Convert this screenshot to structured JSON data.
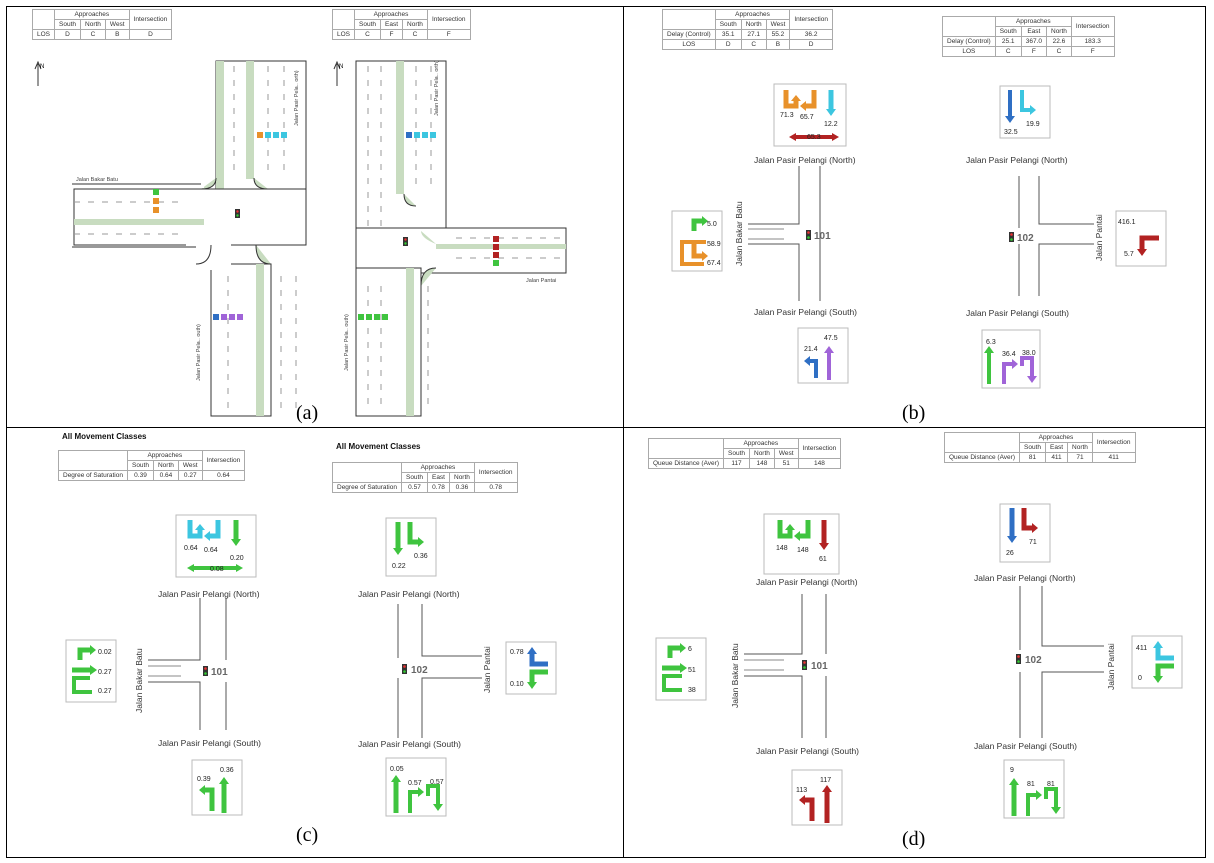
{
  "captions": {
    "a": "(a)",
    "b": "(b)",
    "c": "(c)",
    "d": "(d)"
  },
  "table_headers": {
    "approaches": "Approaches",
    "intersection": "Intersection",
    "south": "South",
    "north": "North",
    "west": "West",
    "east": "East"
  },
  "panel_a": {
    "north_label": "N",
    "table_left": {
      "row_label": "LOS",
      "south": "D",
      "north": "C",
      "west": "B",
      "intersection": "D"
    },
    "table_right": {
      "row_label": "LOS",
      "south": "C",
      "east": "F",
      "north": "C",
      "intersection": "F"
    },
    "streets": {
      "bakar_batu": "Jalan Bakar Batu",
      "pantai": "Jalan Pantai",
      "north_left": "Jalan Pasir Pela.. orth)",
      "south_left": "Jalan Pasir Pela.. outh)",
      "north_right": "Jalan Pasir Pela.. orth)",
      "south_right": "Jalan Pasir Pela.. outh)"
    }
  },
  "panel_b": {
    "table_left": {
      "row1_label": "Delay (Control)",
      "row1": [
        "35.1",
        "27.1",
        "55.2",
        "36.2"
      ],
      "row2_label": "LOS",
      "row2": [
        "D",
        "C",
        "B",
        "D"
      ]
    },
    "table_right": {
      "row1_label": "Delay (Control)",
      "row1": [
        "25.1",
        "367.0",
        "22.6",
        "183.3"
      ],
      "row2_label": "LOS",
      "row2": [
        "C",
        "F",
        "C",
        "F"
      ]
    },
    "int1": {
      "north": [
        "71.3",
        "65.7",
        "12.2",
        "65.3"
      ],
      "west": [
        "5.0",
        "58.9",
        "67.4"
      ],
      "south": [
        "21.4",
        "47.5"
      ]
    },
    "int2": {
      "north": [
        "32.5",
        "19.9"
      ],
      "east": [
        "416.1",
        "5.7"
      ],
      "south": [
        "6.3",
        "36.4",
        "38.0"
      ]
    }
  },
  "panel_c": {
    "title": "All Movement Classes",
    "table_left": {
      "row_label": "Degree of Saturation",
      "values": [
        "0.39",
        "0.64",
        "0.27",
        "0.64"
      ]
    },
    "table_right": {
      "row_label": "Degree of Saturation",
      "values": [
        "0.57",
        "0.78",
        "0.36",
        "0.78"
      ]
    },
    "int1": {
      "north": [
        "0.64",
        "0.64",
        "0.20",
        "0.08"
      ],
      "west": [
        "0.02",
        "0.27",
        "0.27"
      ],
      "south": [
        "0.39",
        "0.36"
      ]
    },
    "int2": {
      "north": [
        "0.22",
        "0.36"
      ],
      "east": [
        "0.78",
        "0.10"
      ],
      "south": [
        "0.05",
        "0.57",
        "0.57"
      ]
    }
  },
  "panel_d": {
    "table_left": {
      "row_label": "Queue Distance (Aver)",
      "values": [
        "117",
        "148",
        "51",
        "148"
      ]
    },
    "table_right": {
      "row_label": "Queue Distance (Aver)",
      "values": [
        "81",
        "411",
        "71",
        "411"
      ]
    },
    "int1": {
      "north": [
        "148",
        "148",
        "61"
      ],
      "west": [
        "6",
        "51",
        "38"
      ],
      "south": [
        "113",
        "117"
      ]
    },
    "int2": {
      "north": [
        "26",
        "71"
      ],
      "east": [
        "411",
        "0"
      ],
      "south": [
        "9",
        "81",
        "81"
      ]
    }
  },
  "common": {
    "north_road": "Jalan Pasir Pelangi (North)",
    "south_road": "Jalan Pasir Pelangi (South)",
    "west_road": "Jalan Bakar Batu",
    "east_road": "Jalan Pantai",
    "id1": "101",
    "id2": "102"
  },
  "colors": {
    "orange": "#e8912a",
    "cyan": "#3cc6e0",
    "green": "#3fc43f",
    "red": "#b22222",
    "blue": "#2f6fc4",
    "purple": "#a064d8",
    "island": "#c8dcc0"
  }
}
